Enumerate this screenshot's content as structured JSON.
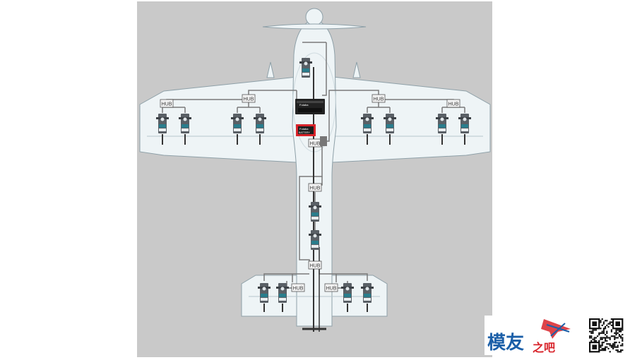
{
  "diagram": {
    "hub_label": "HUB",
    "receiver_brand": "Futaba",
    "battery_brand": "Futaba",
    "battery_label": "BATTERY",
    "colors": {
      "background": "#c9c9c9",
      "airframe": "#eef4f6",
      "airframe_outline": "#8ea0a8",
      "wire": "#7a7a7a",
      "wire_dark": "#333333",
      "servo_body": "#5a6066",
      "servo_label": "#2a7d8c",
      "receiver": "#222222",
      "battery_box": "#d8232a"
    }
  },
  "watermark": {
    "text_main": "模友",
    "text_accent": "之吧",
    "colors": {
      "main": "#1b5fa8",
      "accent": "#d8232a"
    }
  }
}
